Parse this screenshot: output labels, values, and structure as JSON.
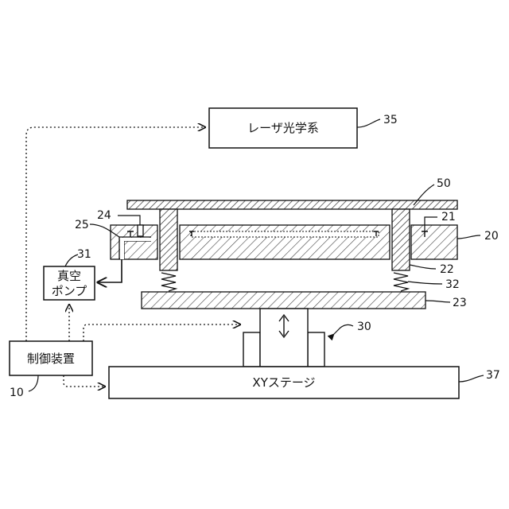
{
  "boxes": {
    "laser": "レーザ光学系",
    "pump_line1": "真空",
    "pump_line2": "ポンプ",
    "controller": "制御装置",
    "xy_stage": "XYステージ"
  },
  "refs": {
    "r10": "10",
    "r20": "20",
    "r21": "21",
    "r22": "22",
    "r23": "23",
    "r24": "24",
    "r25": "25",
    "r30": "30",
    "r31": "31",
    "r32": "32",
    "r35": "35",
    "r37": "37",
    "r50": "50"
  },
  "icons": {
    "lift_arrow": "double-arrow-vertical"
  }
}
